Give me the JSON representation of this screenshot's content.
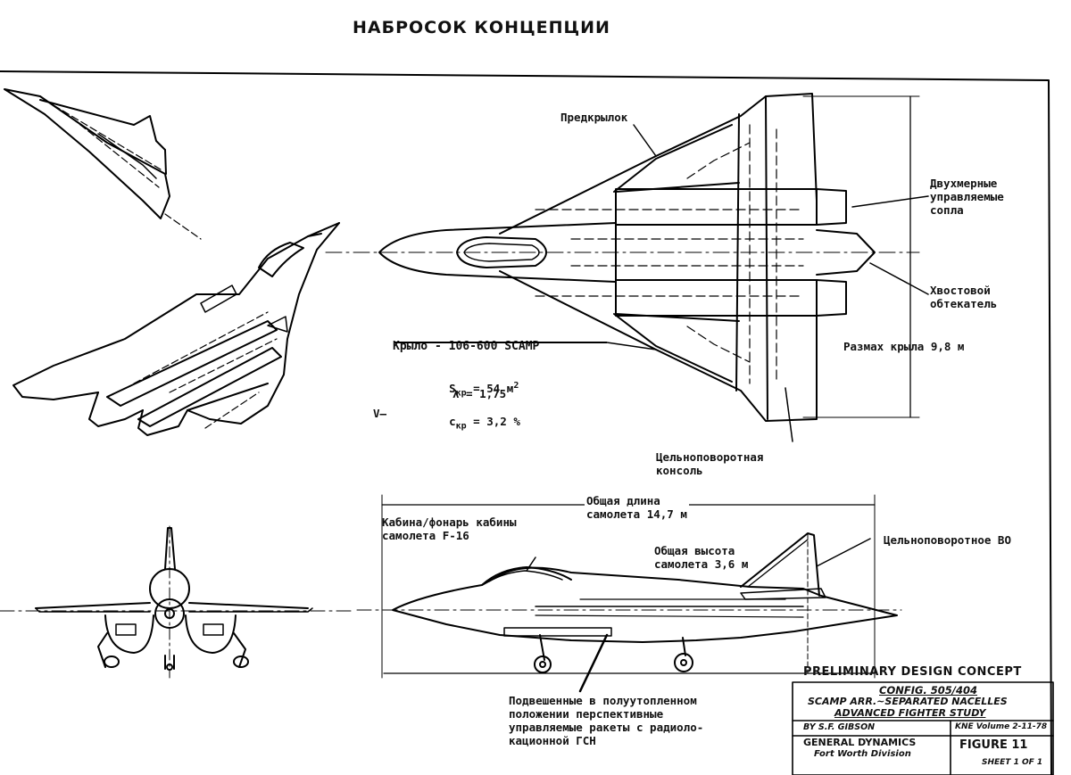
{
  "header": {
    "title": "НАБРОСОК КОНЦЕПЦИИ"
  },
  "labels": {
    "slat": "Предкрылок",
    "nozzles": "Двухмерные\nуправляемые\nсопла",
    "tail_fairing": "Хвостовой\nобтекатель",
    "wingspan": "Размах крыла 9,8 м",
    "wing_title": "Крыло - 106-600 SCAMP",
    "wing_area": "S",
    "wing_area_sub": "кр",
    "wing_area_val": " = 54 м",
    "wing_area_sup": "2",
    "aspect": "λ = 1,75",
    "thickness": "c",
    "thickness_sub": "кр",
    "thickness_val": " = 3,2 %",
    "v_axis": "V—",
    "pivot_tip": "Цельноповоротная\nконсоль",
    "length": "Общая длина\nсамолета 14,7 м",
    "canopy": "Кабина/фонарь кабины\nсамолета F-16",
    "height": "Общая высота\nсамолета 3,6 м",
    "vtail": "Цельноповоротное ВО",
    "missiles": "Подвешенные в полуутопленном\nположении перспективные\nуправляемые ракеты с радиоло-\nкационной ГСН"
  },
  "title_block": {
    "heading": "PRELIMINARY DESIGN CONCEPT",
    "config": "CONFIG. 505/404",
    "line1": "SCAMP ARR.~SEPARATED NACELLES",
    "line2": "ADVANCED FIGHTER STUDY",
    "author": "BY S.F. GIBSON",
    "company": "GENERAL DYNAMICS",
    "division": "Fort Worth Division",
    "date": "KNE Volume 2-11-78",
    "figure": "FIGURE 11",
    "sheet": "SHEET 1 OF 1"
  }
}
